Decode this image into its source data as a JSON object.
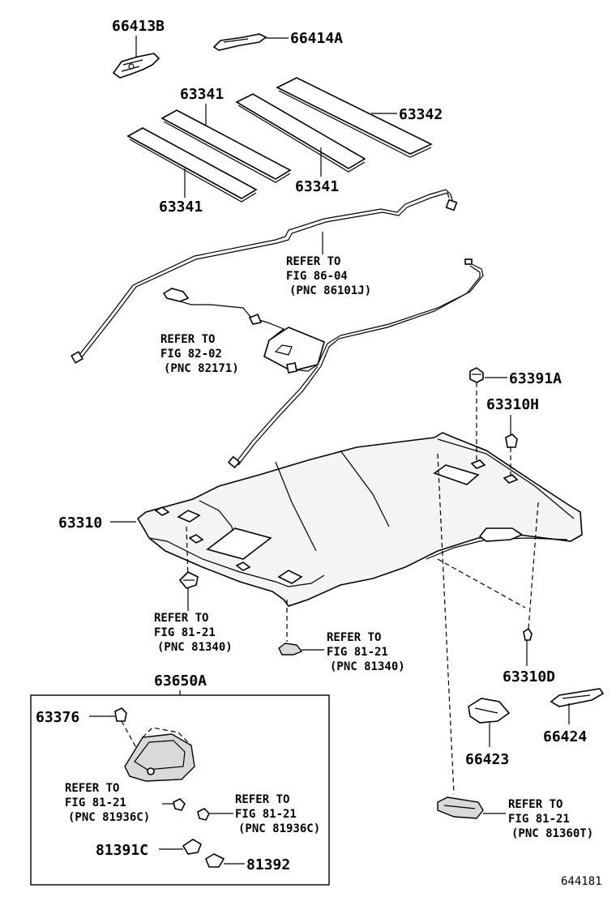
{
  "diagram_id": "644181",
  "parts": {
    "p66413B": "66413B",
    "p66414A": "66414A",
    "p63341_a": "63341",
    "p63342": "63342",
    "p63341_b": "63341",
    "p63341_c": "63341",
    "p63391A": "63391A",
    "p63310H": "63310H",
    "p63310": "63310",
    "p63310D": "63310D",
    "p63650A": "63650A",
    "p63376": "63376",
    "p66423": "66423",
    "p66424": "66424",
    "p81391C": "81391C",
    "p81392": "81392"
  },
  "refs": {
    "r1": {
      "l1": "REFER TO",
      "l2": "FIG 86-04",
      "l3": "(PNC 86101J)"
    },
    "r2": {
      "l1": "REFER TO",
      "l2": "FIG 82-02",
      "l3": "(PNC 82171)"
    },
    "r3": {
      "l1": "REFER TO",
      "l2": "FIG 81-21",
      "l3": "(PNC 81340)"
    },
    "r4": {
      "l1": "REFER TO",
      "l2": "FIG 81-21",
      "l3": "(PNC 81340)"
    },
    "r5": {
      "l1": "REFER TO",
      "l2": "FIG 81-21",
      "l3": "(PNC 81936C)"
    },
    "r6": {
      "l1": "REFER TO",
      "l2": "FIG 81-21",
      "l3": "(PNC 81936C)"
    },
    "r7": {
      "l1": "REFER TO",
      "l2": "FIG 81-21",
      "l3": "(PNC 81360T)"
    }
  }
}
